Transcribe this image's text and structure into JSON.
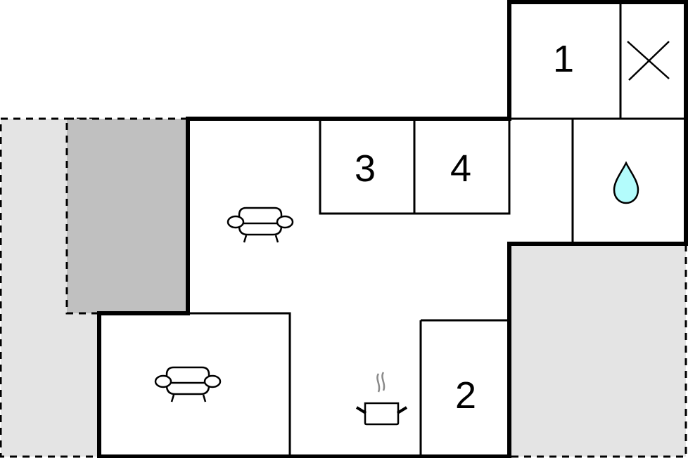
{
  "diagram": {
    "type": "floor-plan",
    "colors": {
      "wall": "#000000",
      "terrace_light": "#e4e4e4",
      "terrace_dark": "#c0c0c0",
      "water_drop": "#b3fcfc",
      "steam": "#8a8a8a",
      "background": "#ffffff"
    },
    "rooms": [
      {
        "id": "bedroom-1",
        "label": "1"
      },
      {
        "id": "bedroom-2",
        "label": "2"
      },
      {
        "id": "bedroom-3",
        "label": "3"
      },
      {
        "id": "bedroom-4",
        "label": "4"
      }
    ],
    "icons": [
      {
        "name": "toilet-x-icon",
        "room": "wc"
      },
      {
        "name": "water-drop-icon",
        "room": "bathroom"
      },
      {
        "name": "sofa-icon",
        "room": "living-room"
      },
      {
        "name": "sofa-icon",
        "room": "lounge"
      },
      {
        "name": "cooking-pot-icon",
        "room": "kitchen"
      }
    ],
    "outdoor_areas": [
      {
        "id": "terrace-left",
        "style": "dashed",
        "shade": "light"
      },
      {
        "id": "terrace-left-covered",
        "style": "dashed",
        "shade": "dark"
      },
      {
        "id": "terrace-right",
        "style": "dashed",
        "shade": "light"
      }
    ]
  }
}
